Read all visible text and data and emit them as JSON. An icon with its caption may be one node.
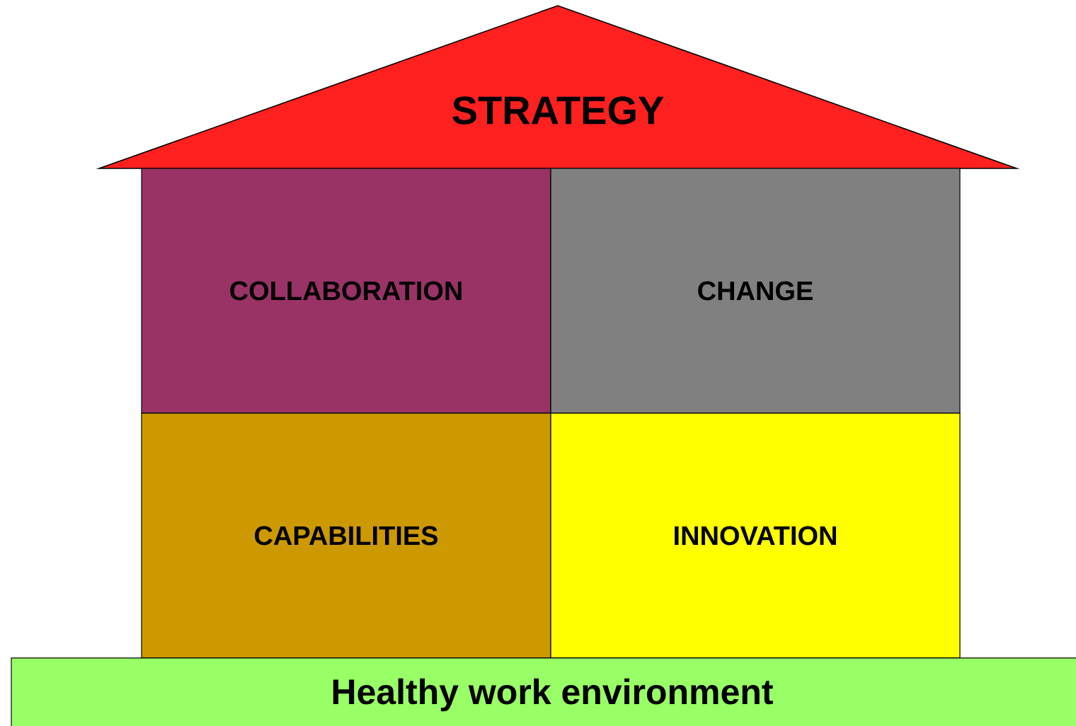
{
  "diagram": {
    "nodes": [
      {
        "text": [
          "STRATEGY"
        ]
      },
      {
        "text": [
          "COLLABORATION"
        ]
      },
      {
        "text": [
          "CHANGE"
        ]
      },
      {
        "text": [
          "CAPABILITIES"
        ]
      },
      {
        "text": [
          "INNOVATION"
        ]
      },
      {
        "text": [
          "Healthy work environment"
        ]
      }
    ]
  }
}
